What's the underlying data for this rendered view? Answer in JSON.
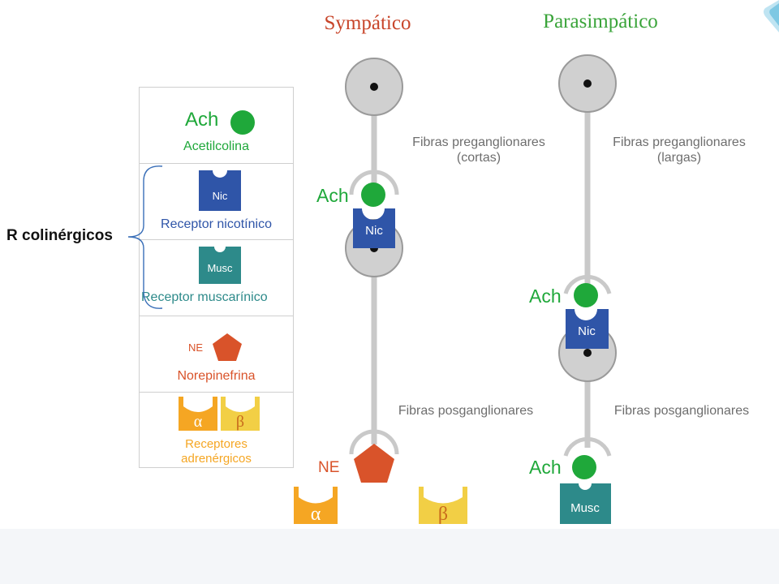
{
  "titles": {
    "sympathetic": "Sympático",
    "parasympathetic": "Parasimpático"
  },
  "side_label": "R colinérgicos",
  "legend": {
    "ach": {
      "symbol": "Ach",
      "name": "Acetilcolina"
    },
    "nic": {
      "symbol": "Nic",
      "name": "Receptor nicotínico"
    },
    "musc": {
      "symbol": "Musc",
      "name": "Receptor muscarínico"
    },
    "ne": {
      "symbol": "NE",
      "name": "Norepinefrina"
    },
    "adrenergic": {
      "alpha": "α",
      "beta": "β",
      "name_line1": "Receptores",
      "name_line2": "adrenérgicos"
    }
  },
  "sympathetic": {
    "pre_fibers": {
      "line1": "Fibras preganglionares",
      "line2": "(cortas)"
    },
    "post_fibers": "Fibras posganglionares",
    "synapse_ach": "Ach",
    "synapse_nic": "Nic",
    "target_ne": "NE",
    "target_alpha": "α",
    "target_beta": "β"
  },
  "parasympathetic": {
    "pre_fibers": {
      "line1": "Fibras preganglionares",
      "line2": "(largas)"
    },
    "post_fibers": "Fibras posganglionares",
    "synapse_ach": "Ach",
    "synapse_nic": "Nic",
    "target_ach": "Ach",
    "target_musc": "Musc"
  },
  "colors": {
    "sympathetic_title": "#c8452a",
    "parasympathetic_title": "#3aa43a",
    "ach_green": "#1fa83a",
    "nic_blue": "#2f55a8",
    "musc_teal": "#2d8a8a",
    "ne_orange": "#d9532a",
    "alpha_orange": "#f5a623",
    "beta_yellow": "#f2cf45",
    "neuron_gray": "#cfcfcf",
    "text_gray": "#6e6e6e"
  }
}
